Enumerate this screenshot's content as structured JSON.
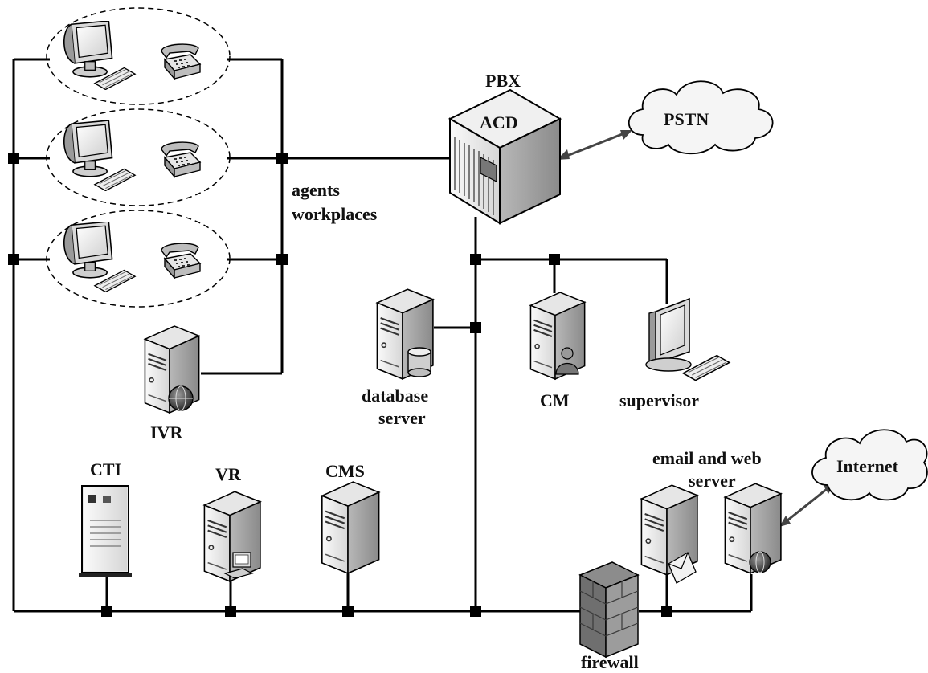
{
  "labels": {
    "pbx": "PBX",
    "acd": "ACD",
    "pstn": "PSTN",
    "agents_line1": "agents",
    "agents_line2": "workplaces",
    "database_line1": "database",
    "database_line2": "server",
    "cm": "CM",
    "supervisor": "supervisor",
    "ivr": "IVR",
    "cti": "CTI",
    "vr": "VR",
    "cms": "CMS",
    "email_line1": "email and web",
    "email_line2": "server",
    "internet": "Internet",
    "firewall": "firewall"
  },
  "icons": [
    "agent-monitor-icon",
    "agent-keyboard-icon",
    "agent-telephone-icon",
    "pbx-cabinet-icon",
    "cloud-icon",
    "server-tower-icon",
    "database-cylinder-icon",
    "user-person-icon",
    "globe-icon",
    "cti-rack-icon",
    "computer-icon",
    "envelope-icon",
    "firewall-brick-icon"
  ],
  "colors": {
    "line": "#000000",
    "device_light": "#f2f2f2",
    "device_mid": "#cfcfcf",
    "device_dark": "#8c8c8c",
    "cloud_fill": "#f5f5f5"
  }
}
